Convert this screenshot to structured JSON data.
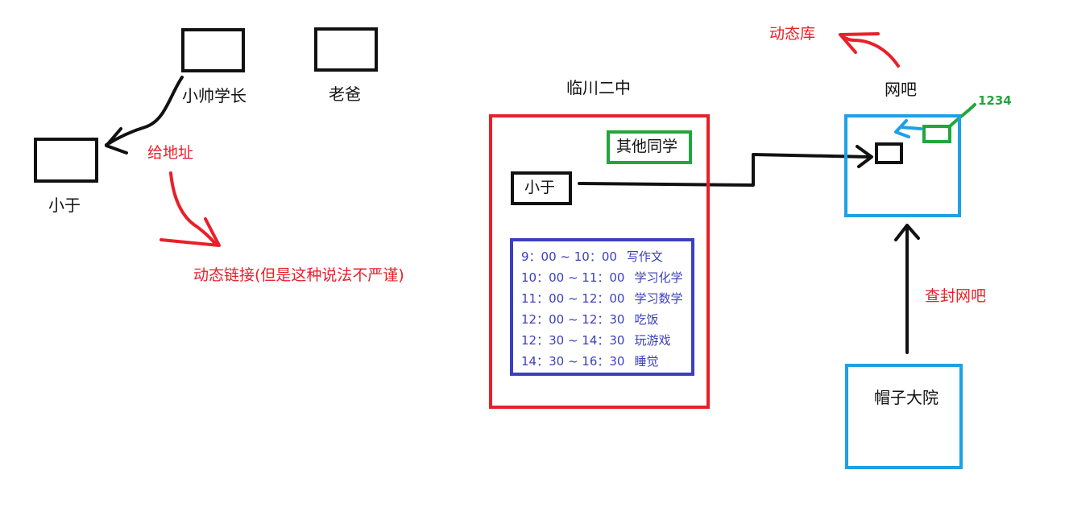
{
  "colors": {
    "black": "#111111",
    "red": "#e8202a",
    "green": "#22a63c",
    "cyan": "#1ea0e6",
    "indigo": "#3b3fbf"
  },
  "left_group": {
    "senior_label": "小帅学长",
    "dad_label": "老爸",
    "xiaoyu_label": "小于",
    "give_address": "给地址",
    "dynamic_link": "动态链接(但是这种说法不严谨)"
  },
  "school": {
    "title": "临川二中",
    "classmates": "其他同学",
    "xiaoyu": "小于",
    "schedule": [
      {
        "time": "9：00 ~ 10：00",
        "activity": "写作文"
      },
      {
        "time": "10：00 ~ 11：00",
        "activity": "学习化学"
      },
      {
        "time": "11：00 ~ 12：00",
        "activity": "学习数学"
      },
      {
        "time": "12：00 ~ 12：30",
        "activity": "吃饭"
      },
      {
        "time": "12：30 ~ 14：30",
        "activity": "玩游戏"
      },
      {
        "time": "14：30 ~ 16：30",
        "activity": "睡觉"
      }
    ]
  },
  "netcafe": {
    "dynamic_lib": "动态库",
    "title": "网吧",
    "seat_code": "1234",
    "raid": "查封网吧",
    "police": "帽子大院"
  }
}
